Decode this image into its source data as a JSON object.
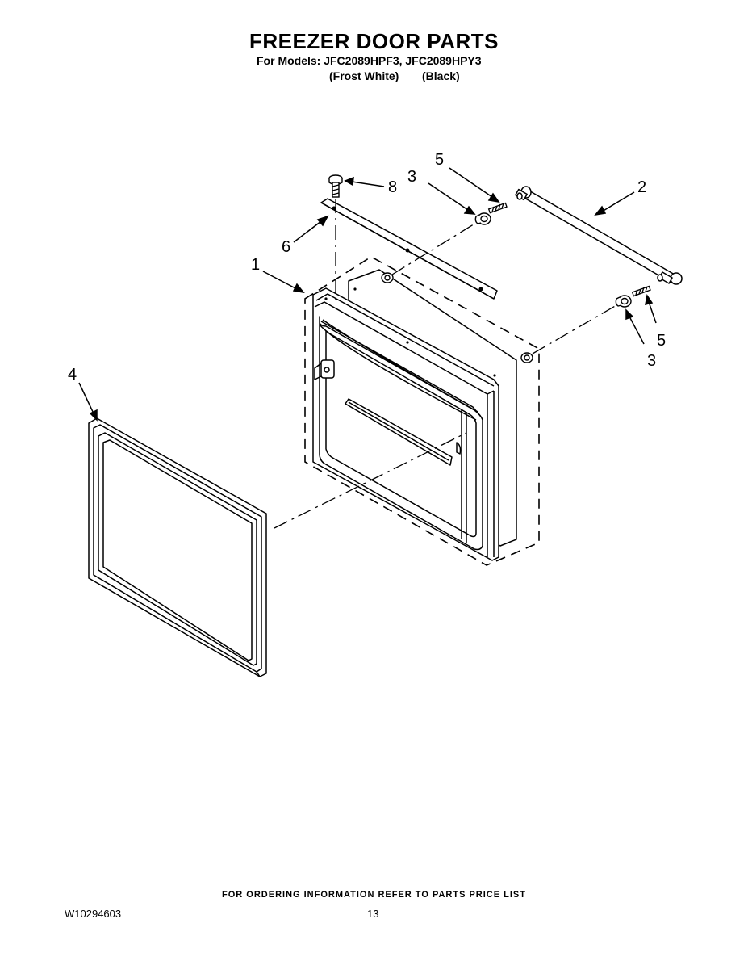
{
  "header": {
    "title": "FREEZER DOOR PARTS",
    "models_line": "For Models: JFC2089HPF3, JFC2089HPY3",
    "finish_1": "(Frost White)",
    "finish_2": "(Black)"
  },
  "callouts": {
    "c1": "1",
    "c2": "2",
    "c3a": "3",
    "c3b": "3",
    "c4": "4",
    "c5a": "5",
    "c5b": "5",
    "c6": "6",
    "c8": "8"
  },
  "footer": {
    "ordering_note": "FOR ORDERING INFORMATION REFER TO PARTS PRICE LIST",
    "doc_number": "W10294603",
    "page_number": "13"
  }
}
